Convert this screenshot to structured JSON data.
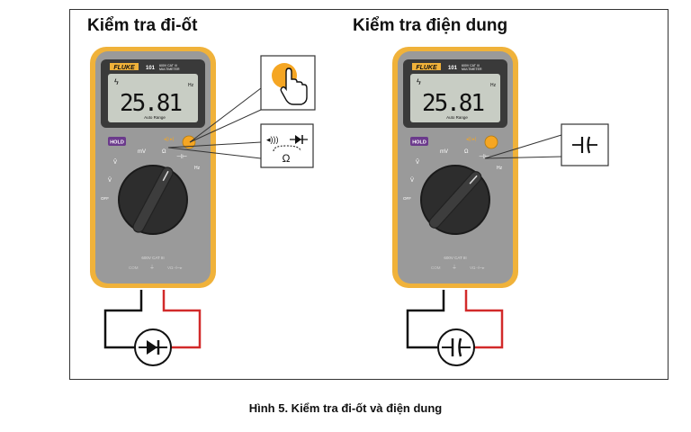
{
  "panels": [
    {
      "title": "Kiểm tra đi-ốt",
      "meter": {
        "brand": "FLUKE",
        "model": "101",
        "model_sub": "600V CAT III",
        "model_sub2": "MULTIMETER",
        "display_value": "25.81",
        "display_unit": "Hz",
        "auto_range": "Auto Range",
        "hold_label": "HOLD",
        "dial_labels": [
          "mV",
          "Ω",
          "Hz",
          "OFF"
        ],
        "cat_label": "600V CAT III",
        "terminal_com": "COM"
      },
      "callouts": [
        "yellow-button",
        "diode-continuity-ohm"
      ],
      "component": "diode"
    },
    {
      "title": "Kiểm tra điện dung",
      "meter": {
        "brand": "FLUKE",
        "model": "101",
        "model_sub": "600V CAT III",
        "model_sub2": "MULTIMETER",
        "display_value": "25.81",
        "display_unit": "Hz",
        "auto_range": "Auto Range",
        "hold_label": "HOLD",
        "dial_labels": [
          "mV",
          "Ω",
          "Hz",
          "OFF"
        ],
        "cat_label": "600V CAT III",
        "terminal_com": "COM"
      },
      "callouts": [
        "capacitor"
      ],
      "component": "capacitor"
    }
  ],
  "caption": "Hình 5. Kiểm tra đi-ốt và điện dung",
  "colors": {
    "meter_body": "#9a9a9a",
    "meter_bezel": "#f0b23a",
    "lcd_bg": "#c8cdc4",
    "yellow_button": "#f5a623",
    "hold_button": "#6b3a8c",
    "lead_red": "#d22a2a",
    "lead_black": "#111111"
  }
}
